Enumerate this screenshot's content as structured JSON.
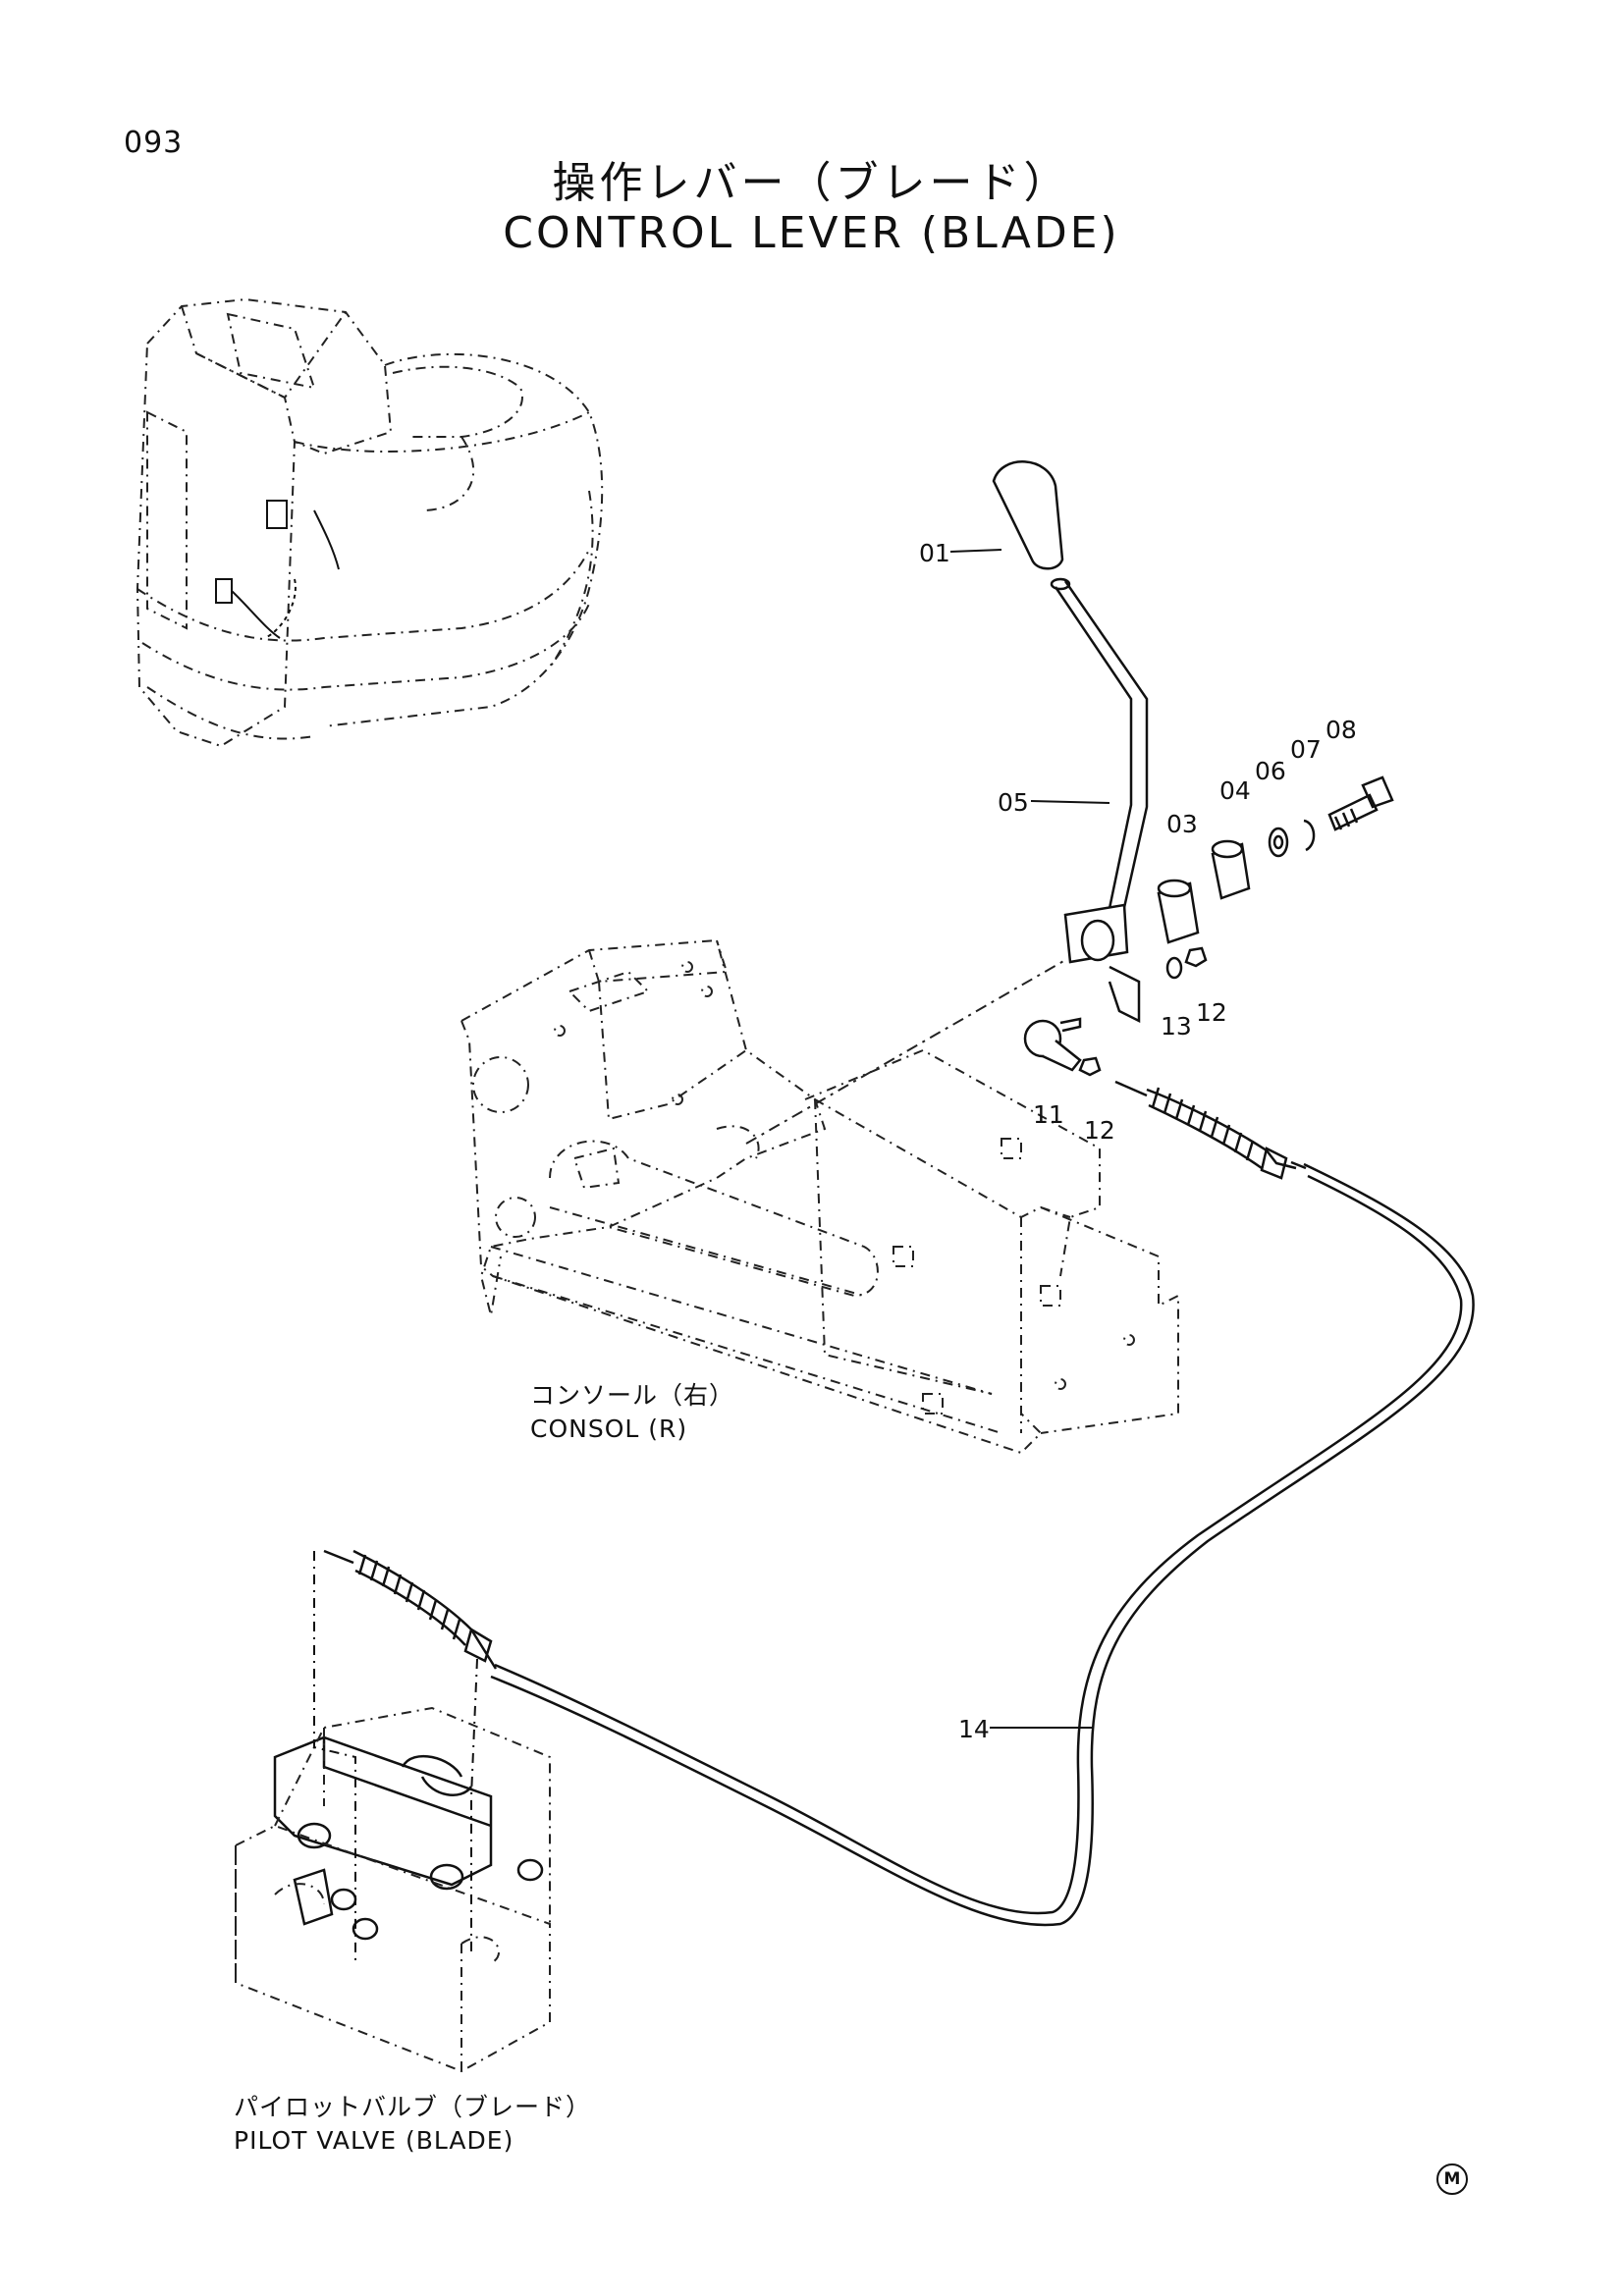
{
  "page": {
    "number": "093"
  },
  "title": {
    "jp": "操作レバー（ブレード）",
    "en": "CONTROL LEVER (BLADE)"
  },
  "callouts": {
    "c01": "01",
    "c03": "03",
    "c04": "04",
    "c05": "05",
    "c06": "06",
    "c07": "07",
    "c08": "08",
    "c11": "11",
    "c12a": "12",
    "c12b": "12",
    "c13": "13",
    "c14": "14"
  },
  "captions": {
    "console_jp": "コンソール（右）",
    "console_en": "CONSOL (R)",
    "valve_jp": "パイロットバルブ（ブレード）",
    "valve_en": "PILOT VALVE (BLADE)"
  },
  "mark": "M"
}
